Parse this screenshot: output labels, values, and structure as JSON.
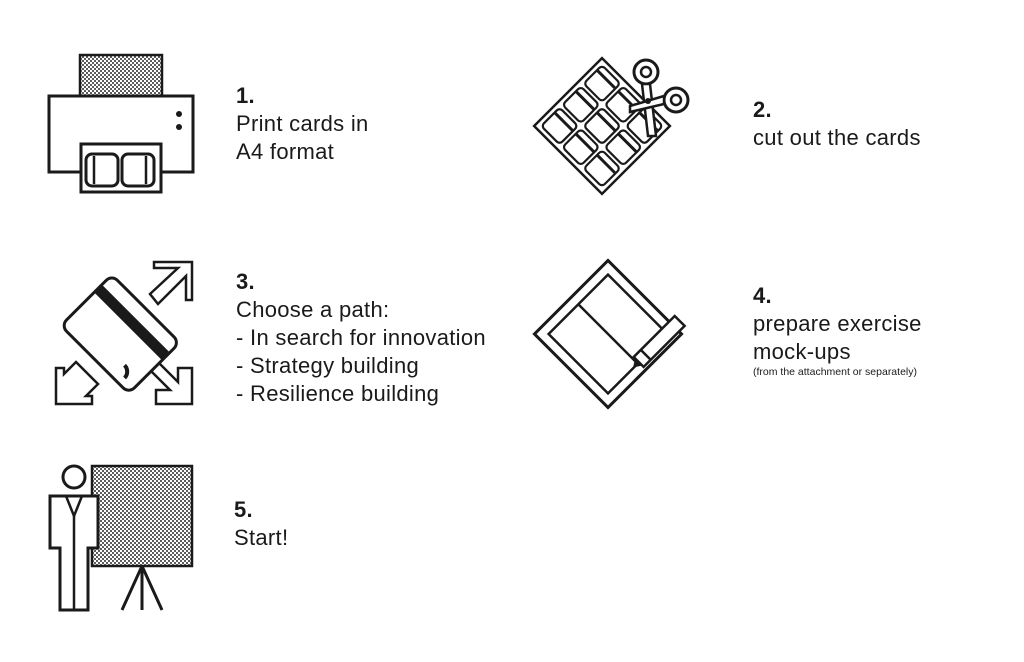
{
  "colors": {
    "ink": "#1a1a1a",
    "background": "#ffffff"
  },
  "steps": [
    {
      "number": "1.",
      "lines": [
        "Print cards in",
        "A4 format"
      ],
      "icon": "printer-icon"
    },
    {
      "number": "2.",
      "lines": [
        "cut out the cards"
      ],
      "icon": "scissors-cards-icon"
    },
    {
      "number": "3.",
      "lines": [
        "Choose a path:",
        "- In search for innovation",
        "- Strategy building",
        "- Resilience building"
      ],
      "icon": "card-paths-icon"
    },
    {
      "number": "4.",
      "lines": [
        "prepare exercise",
        "mock-ups"
      ],
      "note": "(from the attachment or separately)",
      "icon": "mockup-sheet-icon"
    },
    {
      "number": "5.",
      "lines": [
        "Start!"
      ],
      "icon": "presenter-board-icon"
    }
  ]
}
